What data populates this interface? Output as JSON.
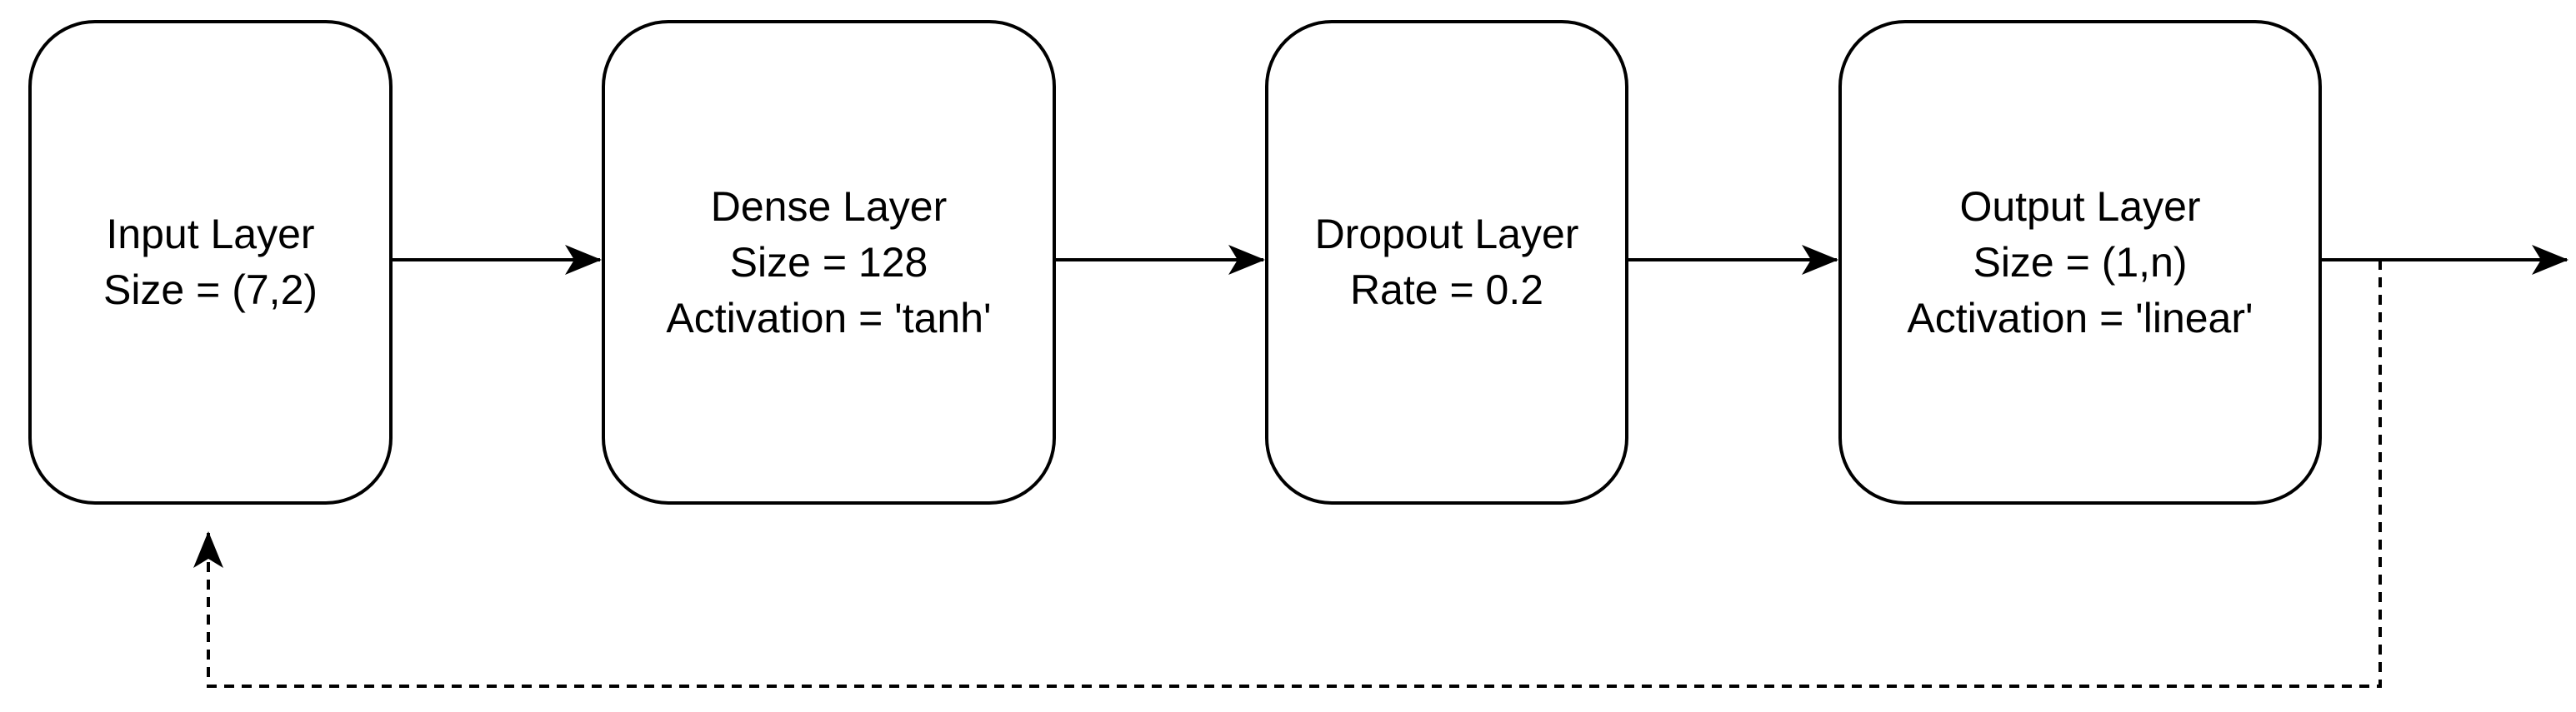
{
  "colors": {
    "stroke": "#000000",
    "box_fill": "#ffffff",
    "background": "#ffffff"
  },
  "layers": [
    {
      "name": "input-layer",
      "lines": [
        "Input Layer",
        "Size = (7,2)"
      ]
    },
    {
      "name": "dense-layer",
      "lines": [
        "Dense Layer",
        "Size = 128",
        "Activation = 'tanh'"
      ]
    },
    {
      "name": "dropout-layer",
      "lines": [
        "Dropout Layer",
        "Rate = 0.2"
      ]
    },
    {
      "name": "output-layer",
      "lines": [
        "Output Layer",
        "Size = (1,n)",
        "Activation = 'linear'"
      ]
    }
  ],
  "connections": [
    {
      "from": "input-layer",
      "to": "dense-layer",
      "style": "solid"
    },
    {
      "from": "dense-layer",
      "to": "dropout-layer",
      "style": "solid"
    },
    {
      "from": "dropout-layer",
      "to": "output-layer",
      "style": "solid"
    },
    {
      "from": "output-layer",
      "to": "output",
      "style": "solid"
    },
    {
      "from": "output-layer",
      "to": "input-layer",
      "style": "dashed",
      "kind": "feedback"
    }
  ]
}
